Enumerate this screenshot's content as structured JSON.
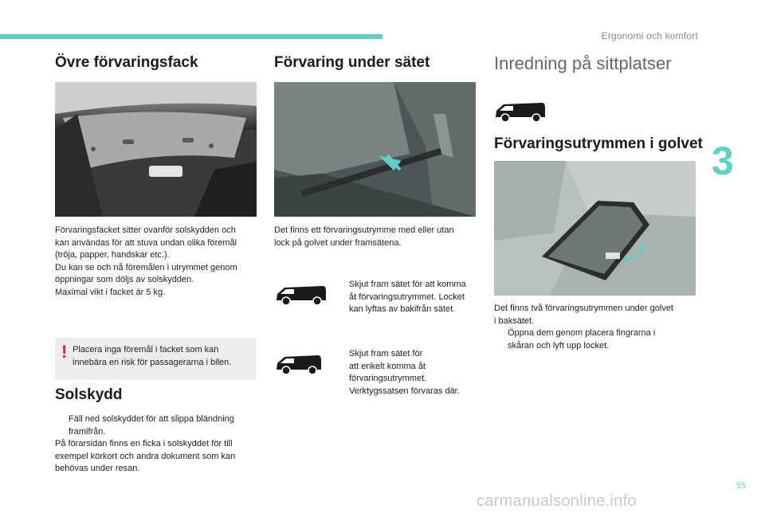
{
  "header": {
    "section_title": "Ergonomi och komfort",
    "page_number": "55",
    "chapter_number": "3"
  },
  "col1": {
    "title": "Övre förvaringsfack",
    "para_lines": [
      "Förvaringsfacket sitter ovanför solskydden och",
      "kan användas för att stuva undan olika föremål",
      "(tröja, papper, handskar etc.).",
      "Du kan se och nå föremålen i utrymmet genom",
      "öppningar som döljs av solskydden.",
      "Maximal vikt i facket är 5 kg."
    ],
    "warning": {
      "mark": "!",
      "lines": [
        "Placera inga föremål i facket som kan",
        "innebära en risk för passagerarna i bilen."
      ]
    },
    "sunvisor_title": "Solskydd",
    "sunvisor_bullet": "",
    "sunvisor_bullet_lines": [
      "Fäll ned solskyddet för att slippa bländning",
      "framifrån."
    ],
    "sunvisor_lines": [
      "På förarsidan finns en ficka i solskyddet för till",
      "exempel körkort och andra dokument som kan",
      "behövas under resan."
    ]
  },
  "col2": {
    "title": "Förvaring under sätet",
    "intro_lines": [
      "Det finns ett förvaringsutrymme med eller utan",
      "lock på golvet under framsätena."
    ],
    "variant1": {
      "bullet": "",
      "lines": [
        "Skjut fram sätet för att komma",
        "åt förvaringsutrymmet. Locket",
        "kan lyftas av bakifrån sätet."
      ]
    },
    "variant2": {
      "bullet": "",
      "lines": [
        "Skjut fram sätet för",
        "att enkelt komma åt",
        "förvaringsutrymmet.",
        "Verktygssatsen förvaras där."
      ]
    }
  },
  "col3": {
    "title": "Inredning på sittplatser",
    "subtitle": "Förvaringsutrymmen i golvet",
    "intro_lines": [
      "Det finns två förvaringsutrymmen under golvet",
      "i baksätet."
    ],
    "bullet": "",
    "bullet_lines": [
      "Öppna dem genom placera fingrarna i",
      "skåran och lyft upp locket."
    ]
  },
  "watermark": "carmanualsonline.info",
  "colors": {
    "accent": "#5fd0c8",
    "warning": "#e0203a",
    "heading_light": "#5a6b78"
  },
  "icons": [
    "van-long-icon",
    "van-short-icon",
    "van-long-icon",
    "warning-exclamation-icon",
    "arrow-icon"
  ]
}
